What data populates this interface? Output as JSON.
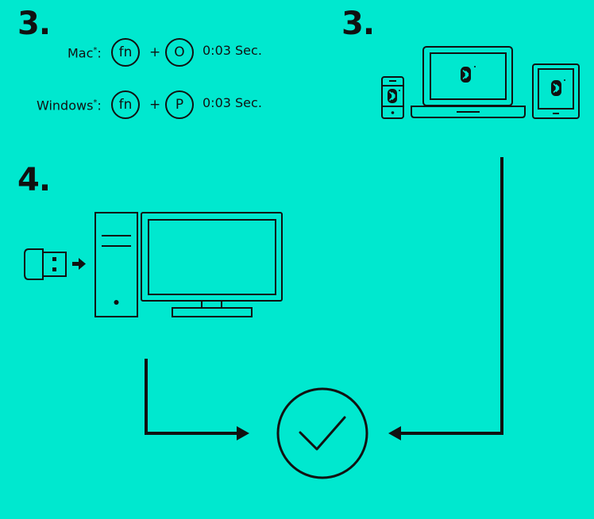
{
  "left": {
    "step_number": "3.",
    "rows": [
      {
        "os_label": "Mac",
        "note_mark": "*",
        "separator": ":",
        "keys": [
          "fn",
          "O"
        ],
        "plus": "+",
        "duration": "0:03 Sec."
      },
      {
        "os_label": "Windows",
        "note_mark": "*",
        "separator": ":",
        "keys": [
          "fn",
          "P"
        ],
        "plus": "+",
        "duration": "0:03 Sec."
      }
    ]
  },
  "right": {
    "step_number": "3.",
    "devices": [
      "phone-icon",
      "laptop-icon",
      "tablet-icon"
    ],
    "bluetooth_icon": "bluetooth-icon"
  },
  "receiver_section": {
    "step_number": "4.",
    "devices": [
      "usb-receiver-icon",
      "arrow-right-icon",
      "desktop-tower-icon",
      "monitor-icon"
    ]
  },
  "result": {
    "icon": "checkmark-circle-icon"
  },
  "colors": {
    "background": "#00E8CF",
    "ink": "#111111"
  }
}
